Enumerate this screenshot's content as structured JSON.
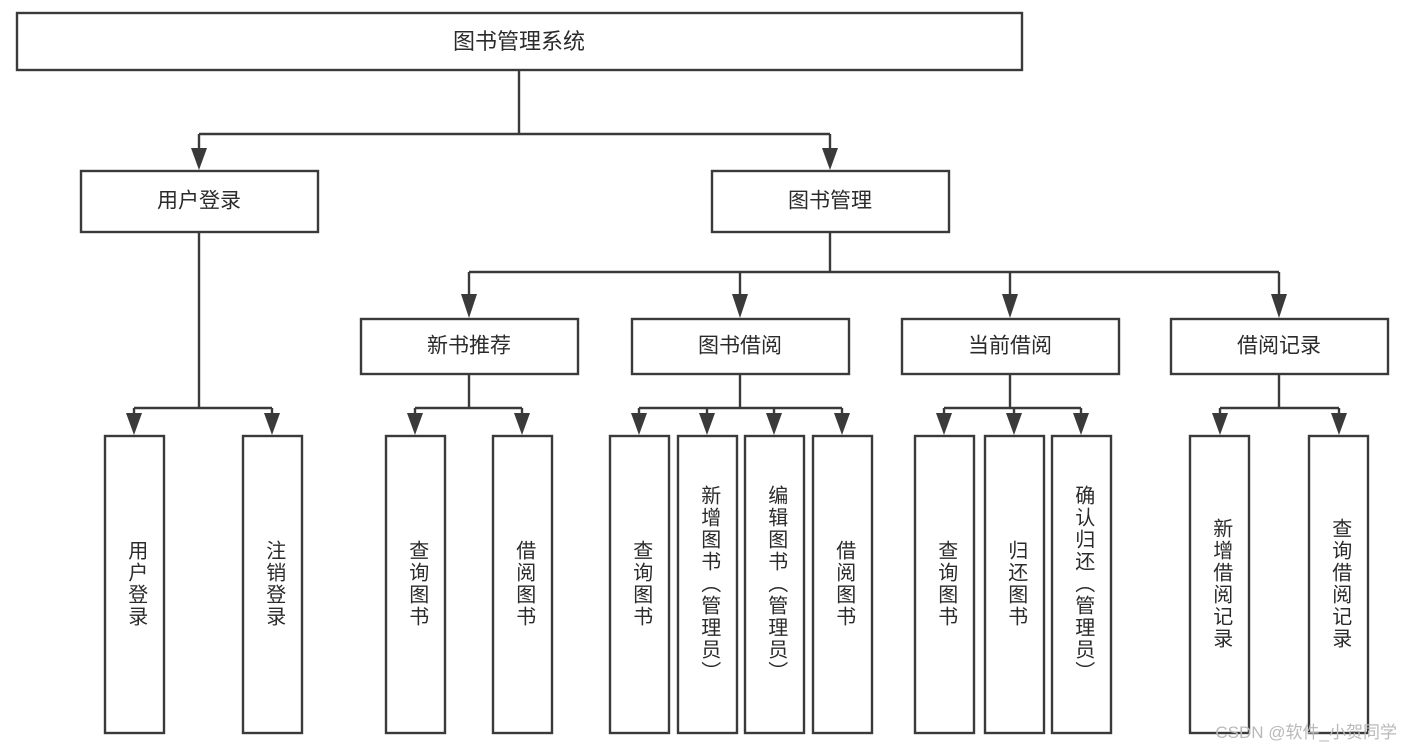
{
  "diagram": {
    "type": "tree",
    "title": "图书管理系统",
    "orientation": "top-down",
    "watermark": "CSDN @软件_小贺同学",
    "colors": {
      "box_fill": "#ffffff",
      "box_stroke": "#3a3a3a",
      "text": "#2b2b2b",
      "connector": "#3a3a3a",
      "watermark": "#b9b9b9",
      "background": "#ffffff"
    },
    "nodes": {
      "root": {
        "label": "图书管理系统",
        "level": 0
      },
      "level1": [
        {
          "id": "user-login",
          "label": "用户登录"
        },
        {
          "id": "book-management",
          "label": "图书管理"
        }
      ],
      "level2": [
        {
          "id": "new-book-recommend",
          "label": "新书推荐",
          "parent": "book-management"
        },
        {
          "id": "book-borrow",
          "label": "图书借阅",
          "parent": "book-management"
        },
        {
          "id": "current-borrow",
          "label": "当前借阅",
          "parent": "book-management"
        },
        {
          "id": "borrow-record",
          "label": "借阅记录",
          "parent": "book-management"
        }
      ],
      "leaves": [
        {
          "id": "leaf-user-login",
          "label": "用户登录",
          "parent": "user-login"
        },
        {
          "id": "leaf-logout-login",
          "label": "注销登录",
          "parent": "user-login"
        },
        {
          "id": "leaf-query-book-1",
          "label": "查询图书",
          "parent": "new-book-recommend"
        },
        {
          "id": "leaf-borrow-book-1",
          "label": "借阅图书",
          "parent": "new-book-recommend"
        },
        {
          "id": "leaf-query-book-2",
          "label": "查询图书",
          "parent": "book-borrow"
        },
        {
          "id": "leaf-add-book",
          "label": "新增图书（管理员）",
          "parent": "book-borrow"
        },
        {
          "id": "leaf-edit-book",
          "label": "编辑图书（管理员）",
          "parent": "book-borrow"
        },
        {
          "id": "leaf-borrow-book-2",
          "label": "借阅图书",
          "parent": "book-borrow"
        },
        {
          "id": "leaf-query-book-3",
          "label": "查询图书",
          "parent": "current-borrow"
        },
        {
          "id": "leaf-return-book",
          "label": "归还图书",
          "parent": "current-borrow"
        },
        {
          "id": "leaf-confirm-return",
          "label": "确认归还（管理员）",
          "parent": "current-borrow"
        },
        {
          "id": "leaf-add-record",
          "label": "新增借阅记录",
          "parent": "borrow-record"
        },
        {
          "id": "leaf-query-record",
          "label": "查询借阅记录",
          "parent": "borrow-record"
        }
      ]
    }
  }
}
